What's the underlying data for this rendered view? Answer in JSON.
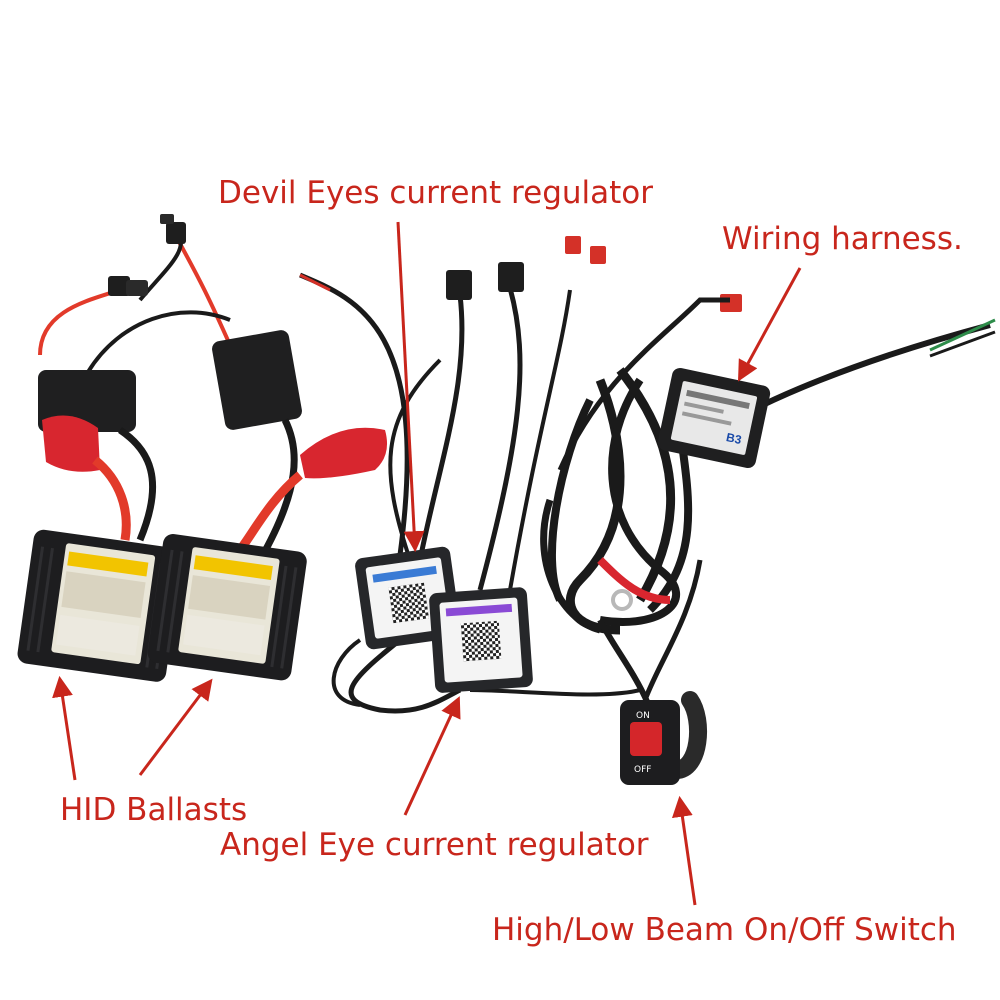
{
  "labels": {
    "devil_eyes": "Devil Eyes current regulator",
    "wiring_harness": "Wiring harness.",
    "hid_ballasts": "HID Ballasts",
    "angel_eye": "Angel Eye current regulator",
    "switch": "High/Low Beam On/Off Switch"
  },
  "switch_text": {
    "on": "ON",
    "off": "OFF"
  },
  "relay_text": "B3",
  "colors": {
    "label_red": "#c8261c",
    "cable_black": "#1a1a1a",
    "boot_red": "#d8262f",
    "wire_red": "#e23a2a",
    "module_body": "#26272a",
    "switch_button": "#d4262a"
  }
}
